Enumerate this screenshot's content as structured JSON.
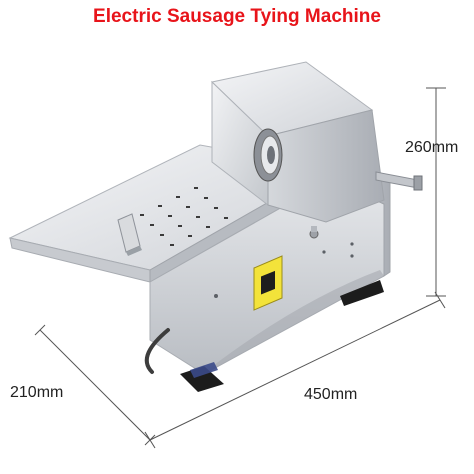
{
  "title": "Electric Sausage Tying Machine",
  "colors": {
    "title": "#e8141a",
    "steel_light": "#eef0f2",
    "steel_mid": "#c9ccd1",
    "steel_dark": "#9a9ea5",
    "panel_yellow": "#f3e33a",
    "base_black": "#1c1c1c"
  },
  "dimensions": {
    "height": "260mm",
    "depth": "210mm",
    "width": "450mm"
  }
}
